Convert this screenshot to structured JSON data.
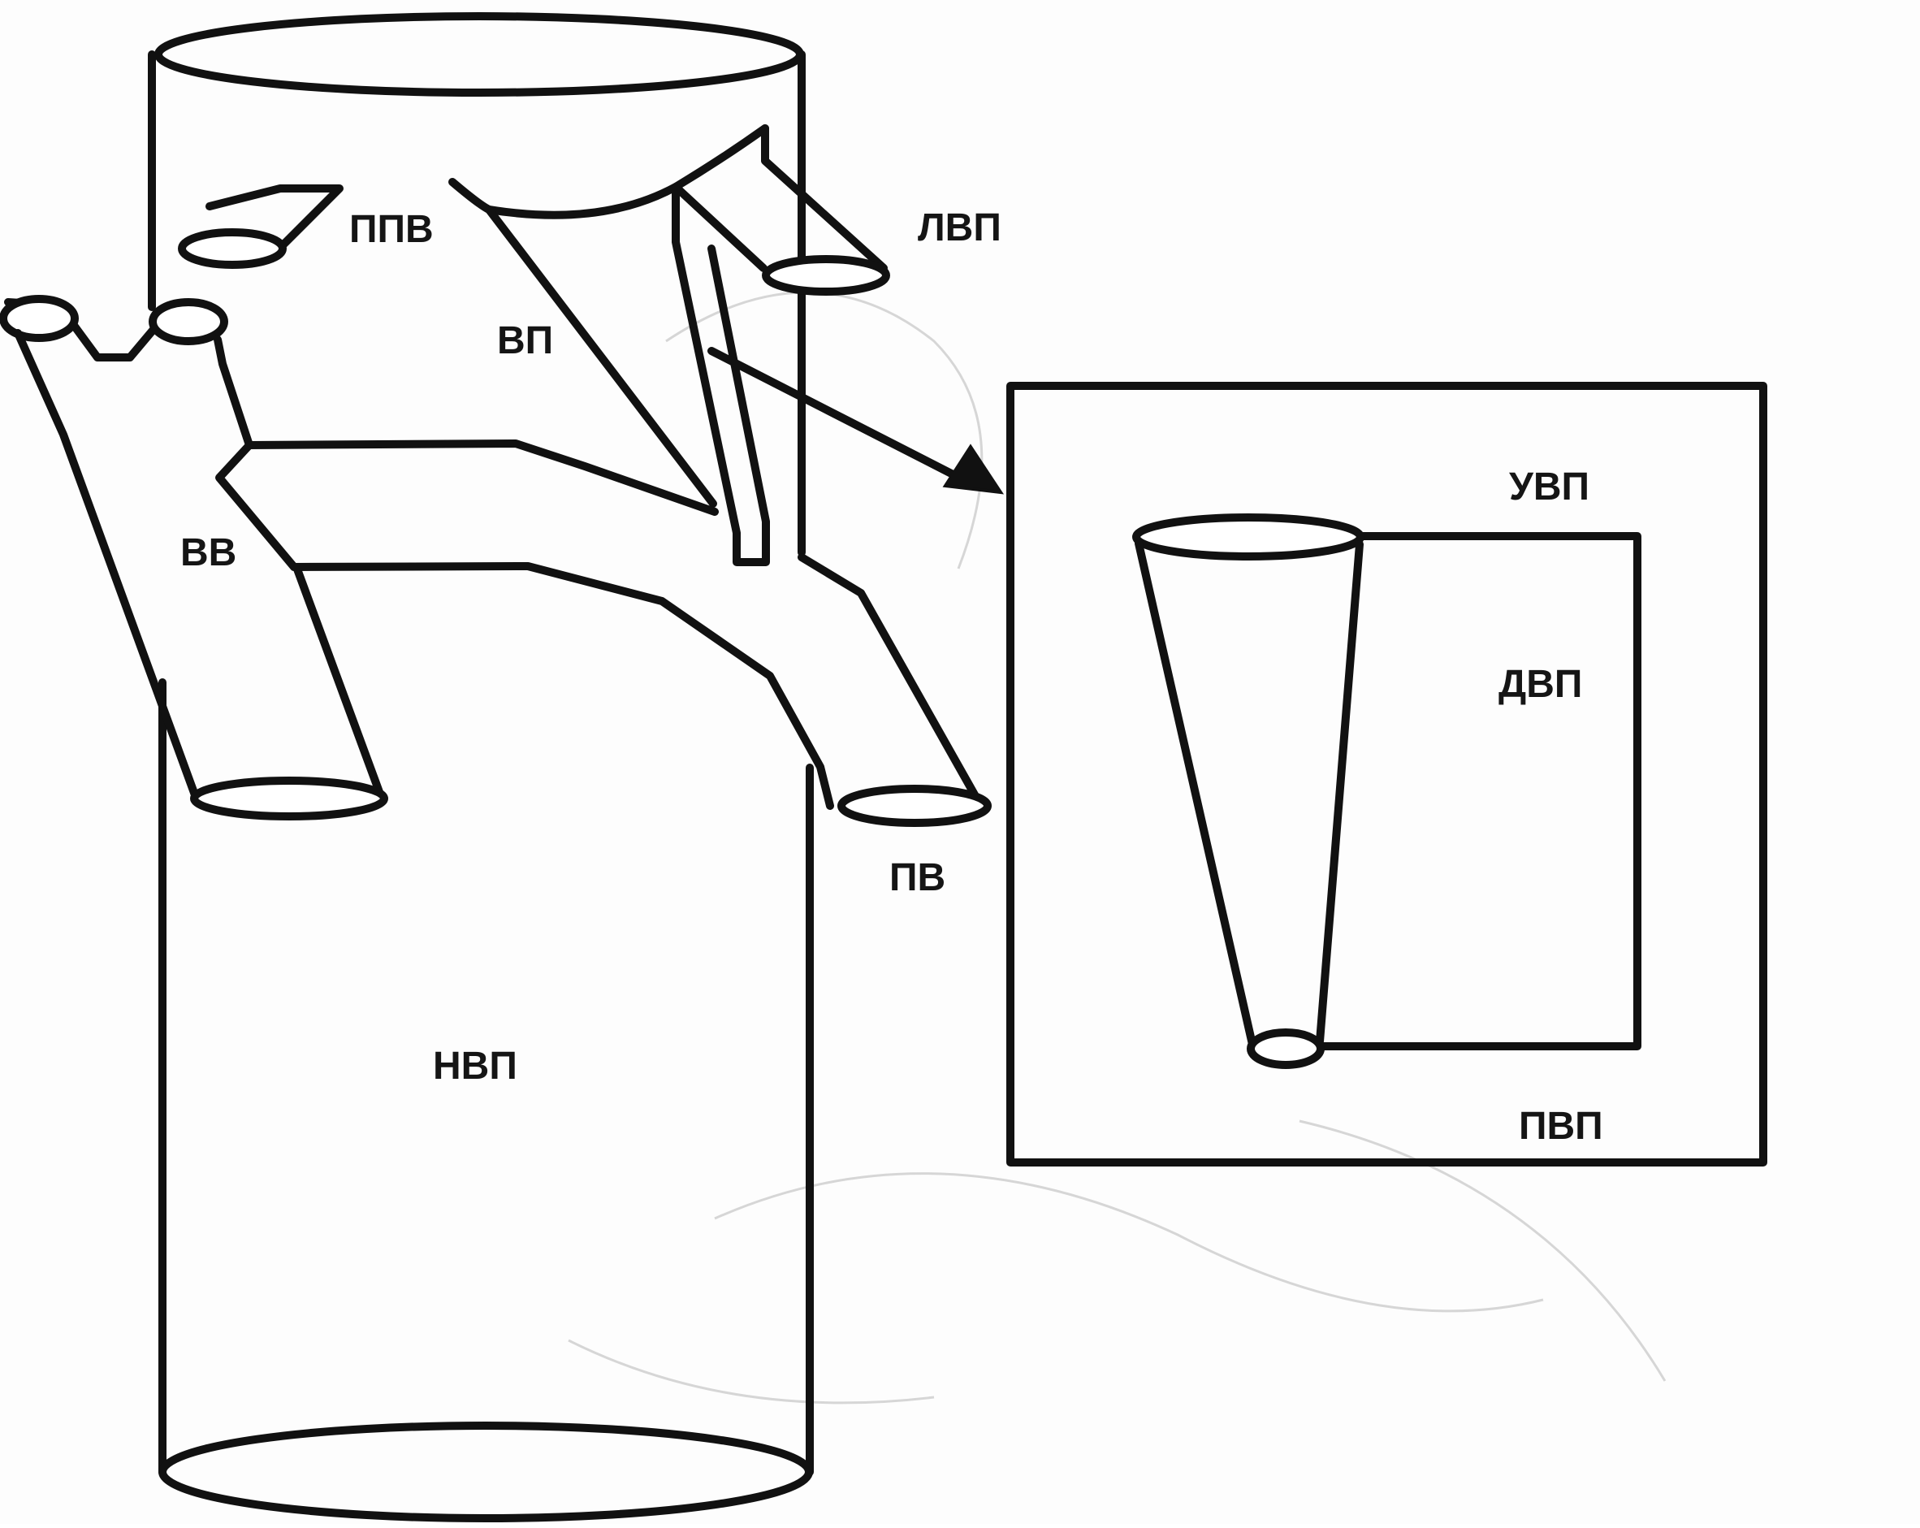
{
  "labels": {
    "ppv": "ППВ",
    "lvp": "ЛВП",
    "vp": "ВП",
    "vv": "ВВ",
    "pv": "ПВ",
    "nvp": "НВП",
    "uvp": "УВП",
    "dvp": "ДВП",
    "pvp": "ПВП"
  },
  "colors": {
    "line": "#111111",
    "paper": "#fdfdfd",
    "faint_bleed": "#d6d6d6"
  }
}
